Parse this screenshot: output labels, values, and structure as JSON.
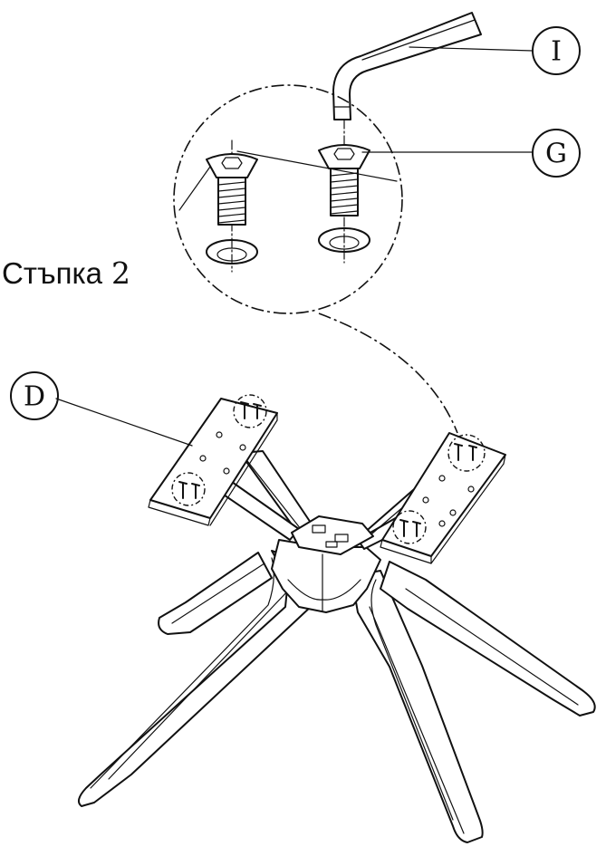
{
  "step": {
    "label": "Стъпка",
    "number": "2"
  },
  "callouts": {
    "allen_key": "I",
    "screw": "G",
    "plate": "D"
  }
}
